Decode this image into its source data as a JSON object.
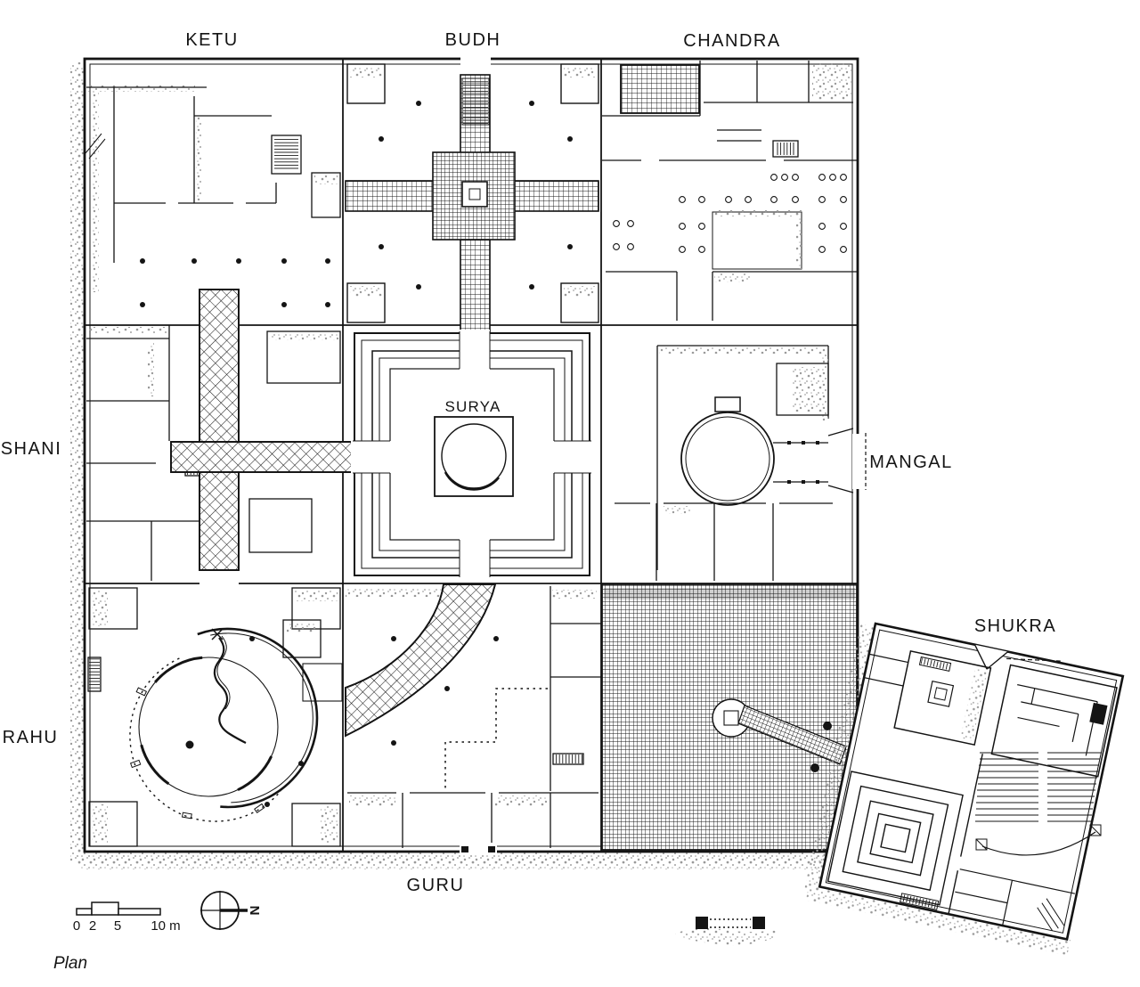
{
  "title_caption": "Plan",
  "plan_labels": {
    "ketu": "KETU",
    "budh": "BUDH",
    "chandra": "CHANDRA",
    "shani": "SHANI",
    "surya": "SURYA",
    "mangal": "MANGAL",
    "rahu": "RAHU",
    "guru": "GURU",
    "shukra": "SHUKRA"
  },
  "scale_bar": {
    "tick_0": "0",
    "tick_2": "2",
    "tick_5": "5",
    "tick_10": "10 m"
  },
  "compass": {
    "letter": "N"
  },
  "colors": {
    "ink": "#141414",
    "paper": "#ffffff",
    "shade": "#9b9b9b"
  }
}
